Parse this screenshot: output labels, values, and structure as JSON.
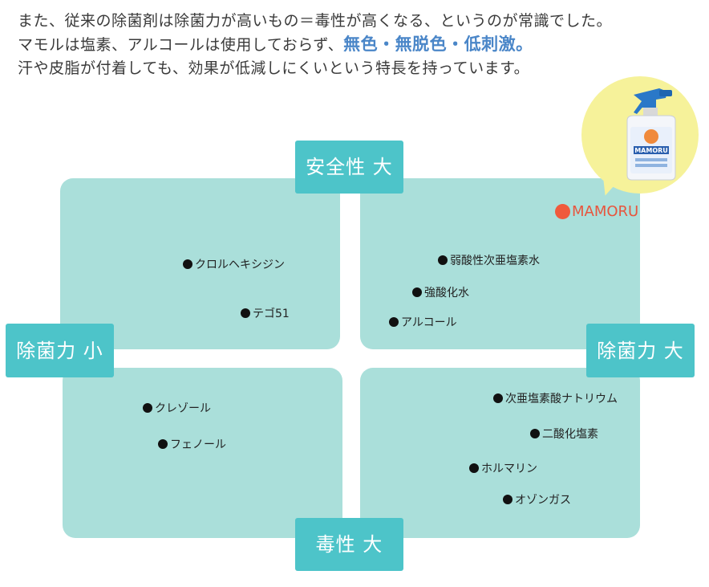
{
  "intro": {
    "line1": "また、従来の除菌剤は除菌力が高いもの＝毒性が高くなる、というのが常識でした。",
    "line2_prefix": "マモルは塩素、アルコールは使用しておらず、",
    "line2_highlight": "無色・無脱色・低刺激。",
    "line3": "汗や皮脂が付着しても、効果が低減しにくいという特長を持っています。"
  },
  "axes": {
    "top": "安全性 大",
    "bottom": "毒性 大",
    "left": "除菌力 小",
    "right": "除菌力 大"
  },
  "quadrants": {
    "top_left": [
      "クロルヘキシジン",
      "テゴ51"
    ],
    "top_right": [
      "MAMORU",
      "弱酸性次亜塩素水",
      "強酸化水",
      "アルコール"
    ],
    "bottom_left": [
      "クレゾール",
      "フェノール"
    ],
    "bottom_right": [
      "次亜塩素酸ナトリウム",
      "二酸化塩素",
      "ホルマリン",
      "オゾンガス"
    ]
  },
  "product": {
    "bottle_label": "MAMORU"
  },
  "colors": {
    "quadrant_fill": "#aadfda",
    "axis_label_bg": "#4dc4c9",
    "highlight_text": "#4a86c8",
    "mamoru_accent": "#f05a3c",
    "bubble_fill": "#f6f29a"
  }
}
